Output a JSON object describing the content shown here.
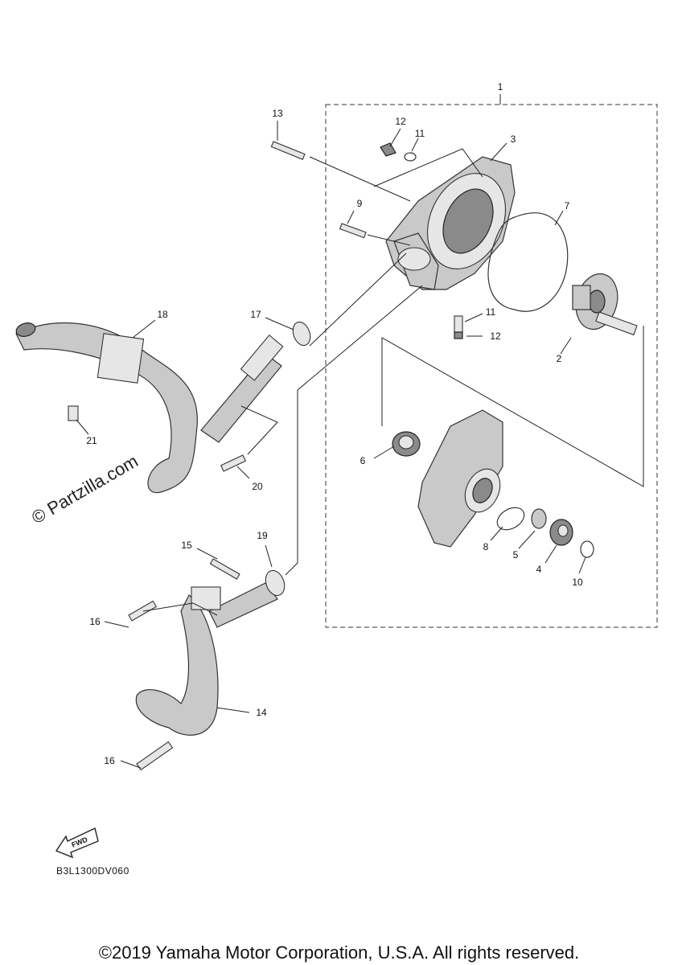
{
  "callouts": {
    "c1": "1",
    "c2": "2",
    "c3": "3",
    "c4": "4",
    "c5": "5",
    "c6": "6",
    "c7": "7",
    "c8": "8",
    "c9": "9",
    "c10": "10",
    "c11a": "11",
    "c11b": "11",
    "c12a": "12",
    "c12b": "12",
    "c13": "13",
    "c14": "14",
    "c15": "15",
    "c16a": "16",
    "c16b": "16",
    "c17": "17",
    "c18": "18",
    "c19": "19",
    "c20": "20",
    "c21": "21"
  },
  "watermark": "© Partzilla.com",
  "fwd_label": "FWD",
  "diagram_code": "B3L1300DV060",
  "copyright": "©2019 Yamaha Motor Corporation, U.S.A. All rights reserved."
}
